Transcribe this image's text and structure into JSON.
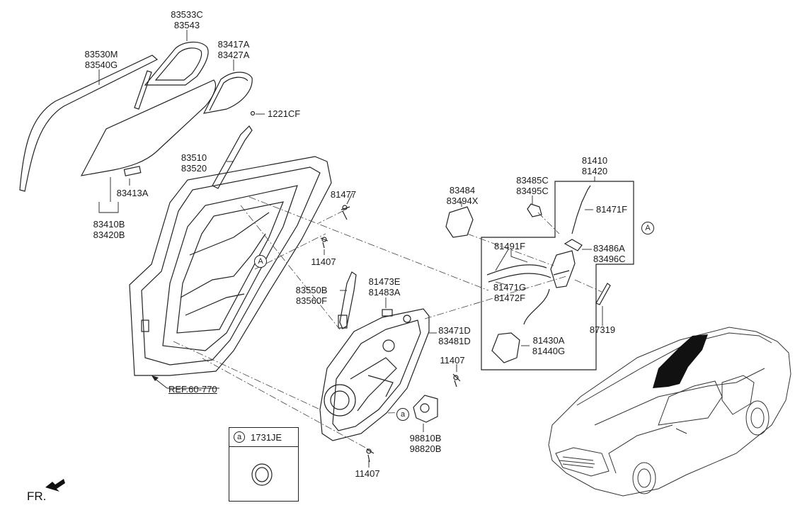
{
  "labels": {
    "p83533c": "83533C\n83543",
    "p83530m": "83530M\n83540G",
    "p83417a": "83417A\n83427A",
    "p1221cf": "1221CF",
    "p83510": "83510\n83520",
    "p83413a": "83413A",
    "p83410b": "83410B\n83420B",
    "p81477": "81477",
    "p11407a": "11407",
    "p83484": "83484\n83494X",
    "p83485c": "83485C\n83495C",
    "p81410": "81410\n81420",
    "p81471f_top": "81471F",
    "p81491f": "81491F",
    "p81471g": "81471G\n81472F",
    "p83486a": "83486A\n83496C",
    "p83550b": "83550B\n83560F",
    "p81473e": "81473E\n81483A",
    "p83471d": "83471D\n83481D",
    "p87319": "87319",
    "p81430a": "81430A\n81440G",
    "p11407b": "11407",
    "p98810b": "98810B\n98820B",
    "p11407c": "11407"
  },
  "ref_text": "REF.60-770",
  "callout_letter": "A",
  "legend": {
    "letter": "a",
    "part": "1731JE"
  },
  "direction_label": "FR."
}
